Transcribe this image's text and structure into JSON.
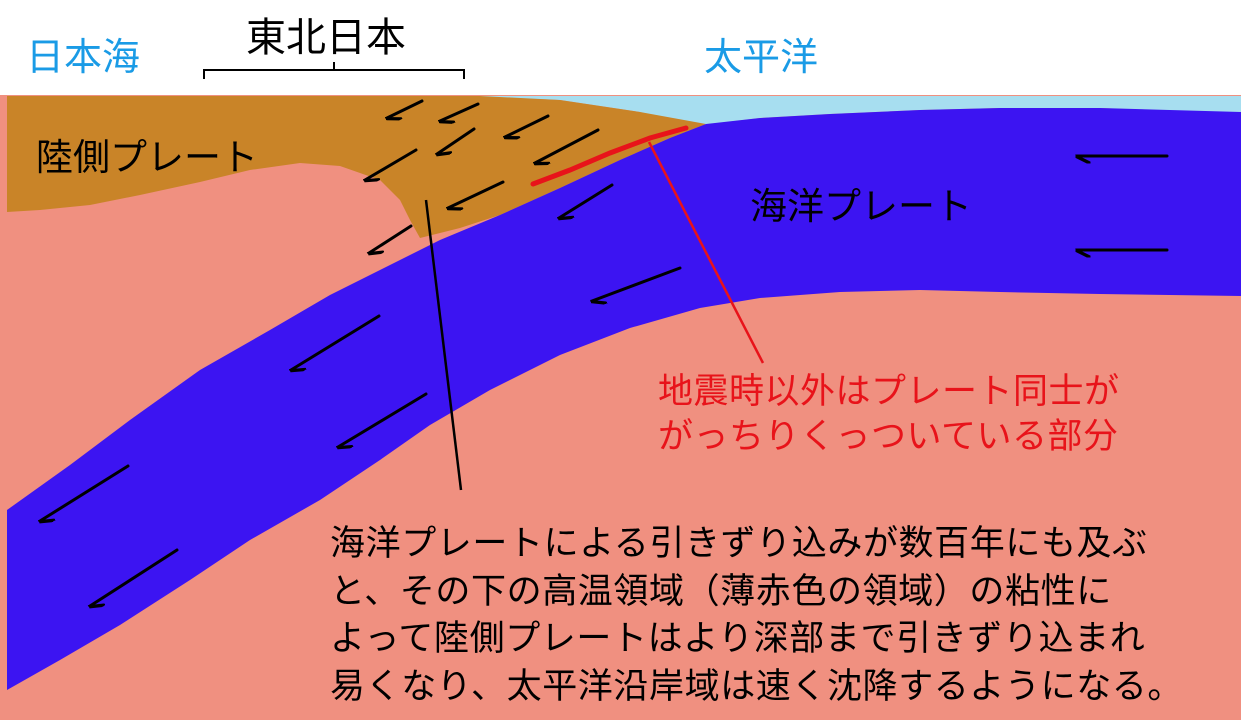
{
  "colors": {
    "sea": "#a7def0",
    "continental_plate": "#c98428",
    "mantle": "#f09080",
    "oceanic_plate": "#3c14f2",
    "locked_zone": "#e8131a",
    "sea_label": "#1a9be6"
  },
  "labels": {
    "japan_sea": "日本海",
    "northeast_japan": "東北日本",
    "pacific": "太平洋",
    "continental_plate": "陸側プレート",
    "oceanic_plate": "海洋プレート"
  },
  "locked_zone_note": {
    "lines": [
      "地震時以外はプレート同士が",
      "がっちりくっついている部分"
    ]
  },
  "explanation": {
    "lines": [
      "海洋プレートによる引きずり込みが数百年にも及ぶ",
      "と、その下の高温領域（薄赤色の領域）の粘性に",
      "よって陸側プレートはより深部まで引きずり込まれ",
      "易くなり、太平洋沿岸域は速く沈降するようになる。"
    ]
  },
  "icons": [
    "motion-arrow-icon"
  ]
}
